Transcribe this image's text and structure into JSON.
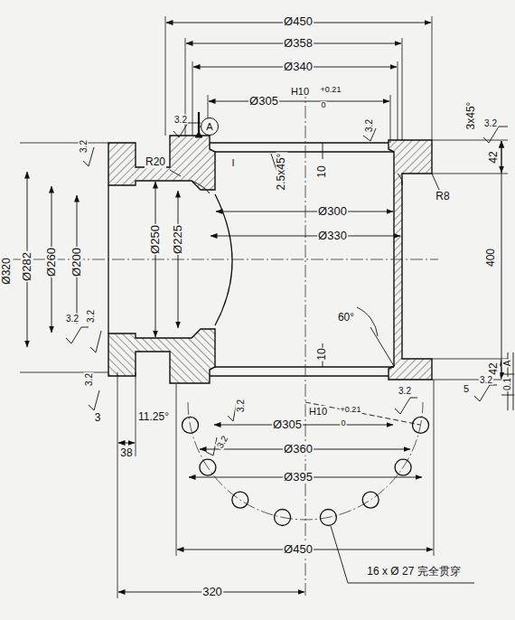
{
  "diagram": {
    "nodes": [
      {
        "text": [
          "A"
        ]
      }
    ],
    "labels": [
      "Ø450",
      "Ø358",
      "Ø340",
      "Ø305",
      "H10",
      "+0.21",
      "0",
      "3.2",
      "I",
      "3x45°",
      "3.2",
      "3.2",
      "R20",
      "2.5x45°",
      "10",
      "Ø300",
      "Ø330",
      "R8",
      "42",
      "400",
      "3.2",
      "Ø320",
      "Ø282",
      "Ø260",
      "Ø200",
      "Ø250",
      "Ø225",
      "3.2",
      "3.2",
      "10",
      "60°",
      "42",
      "5",
      "3.2",
      "3.2",
      "3.2",
      "3",
      "11.25°",
      "3.2",
      "3.2",
      "Ø305",
      "H10",
      "+0.21",
      "0",
      "Ø360",
      "Ø395",
      "Ø450",
      "16 x Ø 27 完全贯穿",
      "320",
      "38",
      "0.1",
      "A"
    ]
  }
}
